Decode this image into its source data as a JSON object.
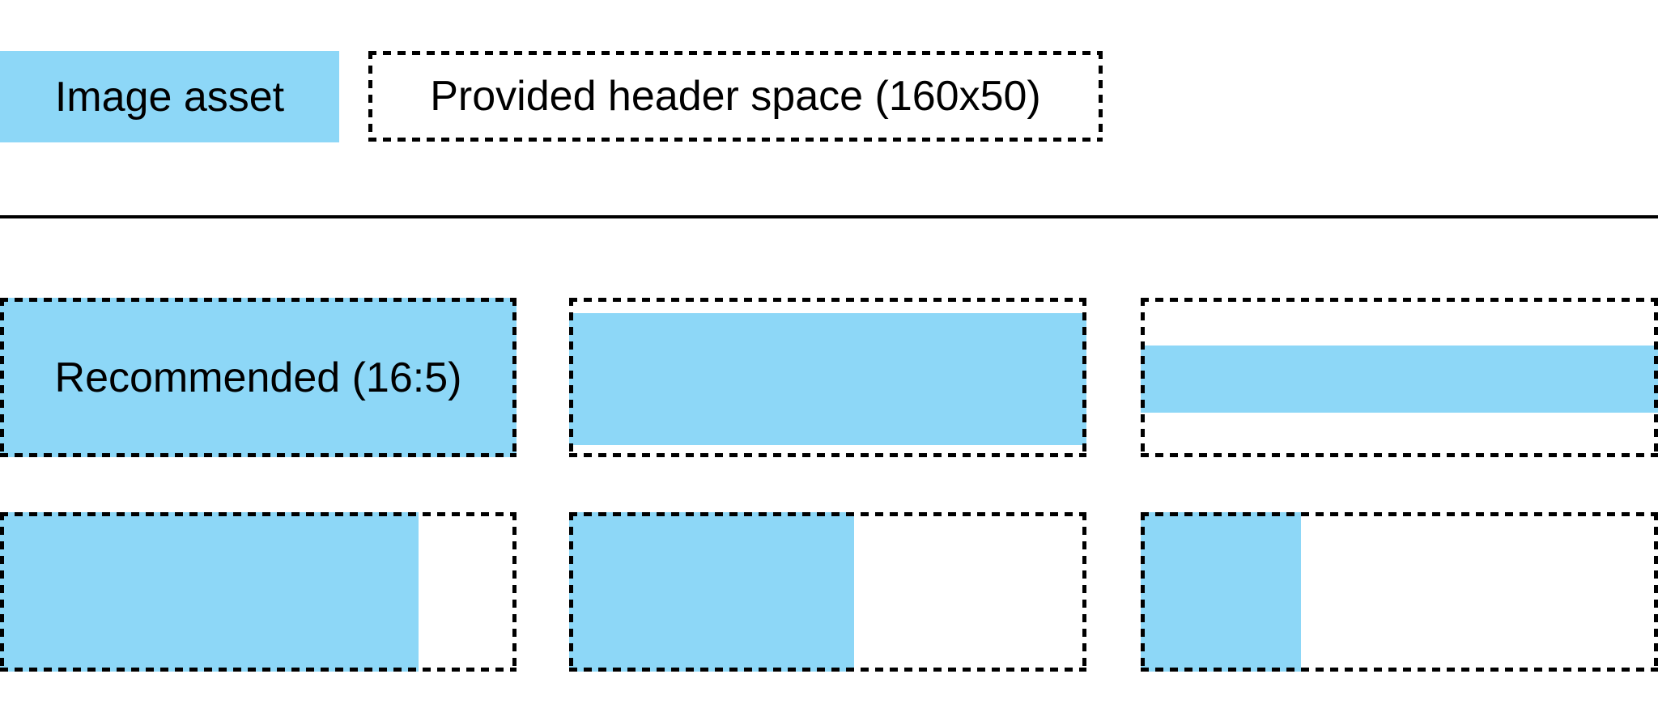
{
  "palette": {
    "asset_blue": "#8DD7F7",
    "line": "#000000",
    "background": "#FFFFFF",
    "text": "#000000"
  },
  "legend": {
    "image_asset_label": "Image asset",
    "header_space_label": "Provided header space (160x50)",
    "header_space_dimensions": "160x50"
  },
  "examples": {
    "recommended_label": "Recommended (16:5)",
    "recommended_ratio": "16:5",
    "cells": [
      {
        "row": 1,
        "col": 1,
        "description": "Recommended (16:5): image asset exactly fills the provided header space"
      },
      {
        "row": 1,
        "col": 2,
        "description": "Image wider than 16:5: scaled to full width, vertically centered with white space above and below"
      },
      {
        "row": 1,
        "col": 3,
        "description": "Image much wider than 16:5: thin horizontal band centered with large white space above and below"
      },
      {
        "row": 2,
        "col": 1,
        "description": "Image narrower than 16:5: scaled to full height, aligned left with white space at right"
      },
      {
        "row": 2,
        "col": 2,
        "description": "Image narrower than 16:5: fills about half the width, white space at right"
      },
      {
        "row": 2,
        "col": 3,
        "description": "Image much narrower than 16:5: fills about a third of the width, white space at right"
      }
    ]
  }
}
